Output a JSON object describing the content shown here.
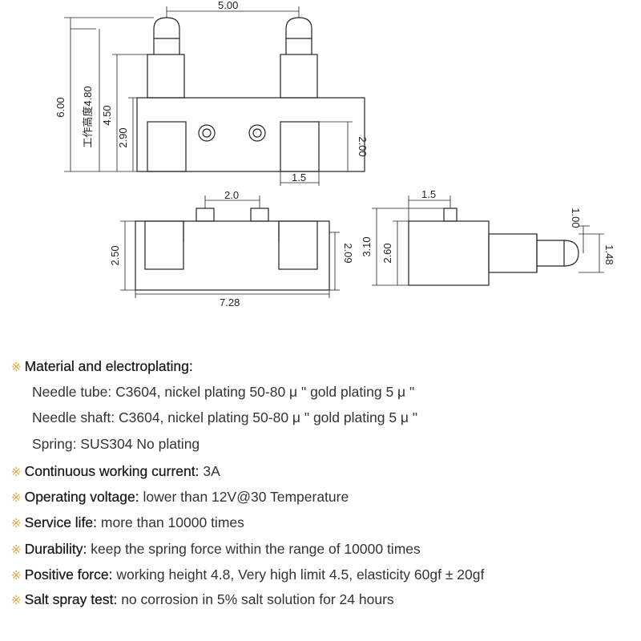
{
  "dimensions": {
    "top_spacing": "5.00",
    "total_height": "6.00",
    "working_height": "工作高度4.80",
    "height_450": "4.50",
    "height_290": "2.90",
    "height_200": "2.00",
    "slot_width": "1.5",
    "front_spacing": "2.0",
    "front_height": "2.50",
    "front_inner_height": "2.09",
    "front_width": "7.28",
    "side_width": "1.5",
    "side_height_310": "3.10",
    "side_height_260": "2.60",
    "side_100": "1.00",
    "side_148": "1.48"
  },
  "specs": {
    "material": {
      "mark": "※",
      "label": "Material and electroplating:"
    },
    "needle_tube": "Needle tube: C3604, nickel plating 50-80 μ \" gold plating 5 μ \"",
    "needle_shaft": "Needle shaft: C3604, nickel plating 50-80 μ \" gold plating 5 μ \"",
    "spring": "Spring: SUS304 No plating",
    "items": [
      {
        "mark": "※",
        "label": "Continuous working current:",
        "value": " 3A"
      },
      {
        "mark": "※",
        "label": "Operating voltage:",
        "value": " lower than 12V@30 Temperature"
      },
      {
        "mark": "※",
        "label": "Service life:",
        "value": " more than 10000 times"
      },
      {
        "mark": "※",
        "label": "Durability:",
        "value": " keep the spring force within the range of 10000 times"
      },
      {
        "mark": "※",
        "label": "Positive force:",
        "value": " working height 4.8, Very high limit 4.5, elasticity 60gf ± 20gf"
      },
      {
        "mark": "※",
        "label": "Salt spray test:",
        "value": " no corrosion in 5% salt solution for 24 hours"
      }
    ]
  }
}
